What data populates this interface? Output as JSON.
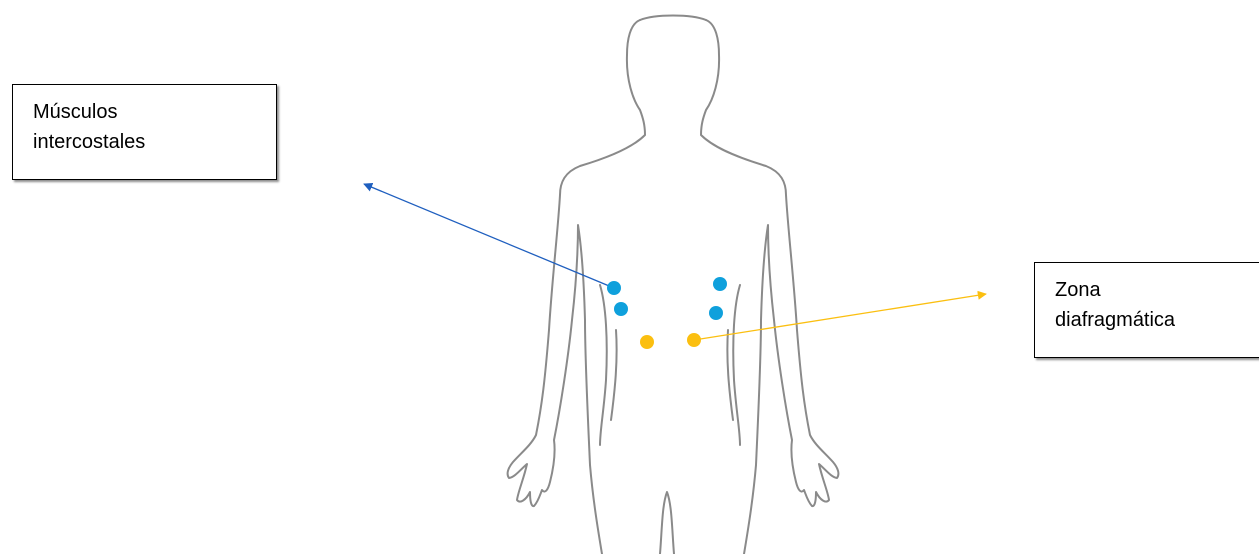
{
  "labels": {
    "intercostal": {
      "line1": "Músculos",
      "line2": "intercostales"
    },
    "diaphragm": {
      "line1": "Zona",
      "line2": "diafragmática"
    }
  },
  "colors": {
    "intercostal": "#0fa0dc",
    "intercostal_arrow": "#1f5fbf",
    "diaphragm": "#fbbf10",
    "outline": "#8a8a8a"
  },
  "icons": {
    "figure": "human-body-outline-icon"
  }
}
